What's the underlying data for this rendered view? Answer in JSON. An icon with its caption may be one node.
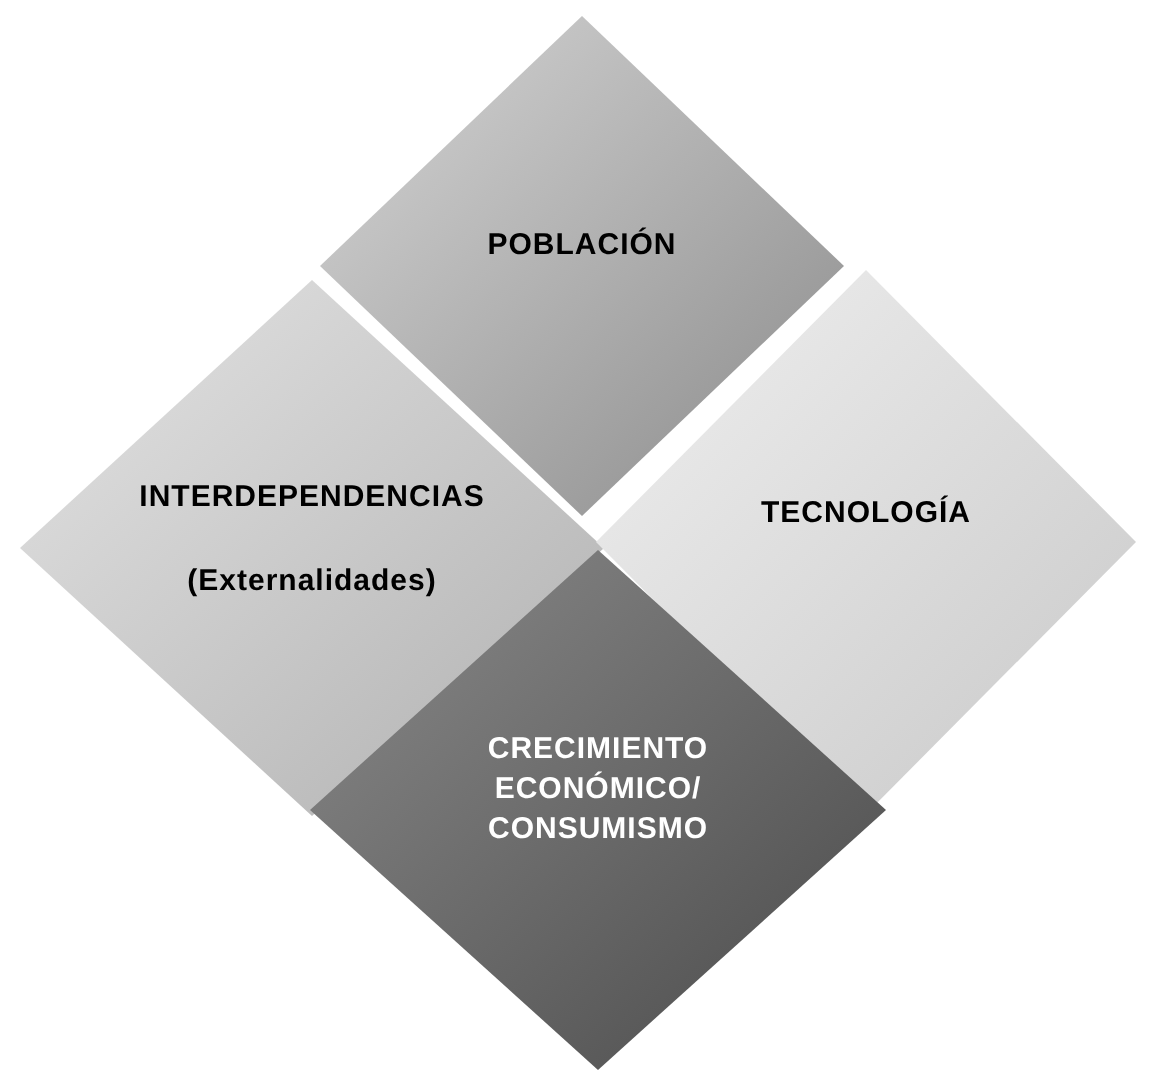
{
  "diagram": {
    "nodes": [
      {
        "text": [
          "POBLACIÓN"
        ]
      },
      {
        "text": [
          "INTERDEPENDENCIAS",
          "(Externalidades)"
        ]
      },
      {
        "text": [
          "TECNOLOGÍA"
        ]
      },
      {
        "text": [
          "CRECIMIENTO ECONÓMICO/ CONSUMISMO"
        ]
      }
    ],
    "edges": []
  }
}
